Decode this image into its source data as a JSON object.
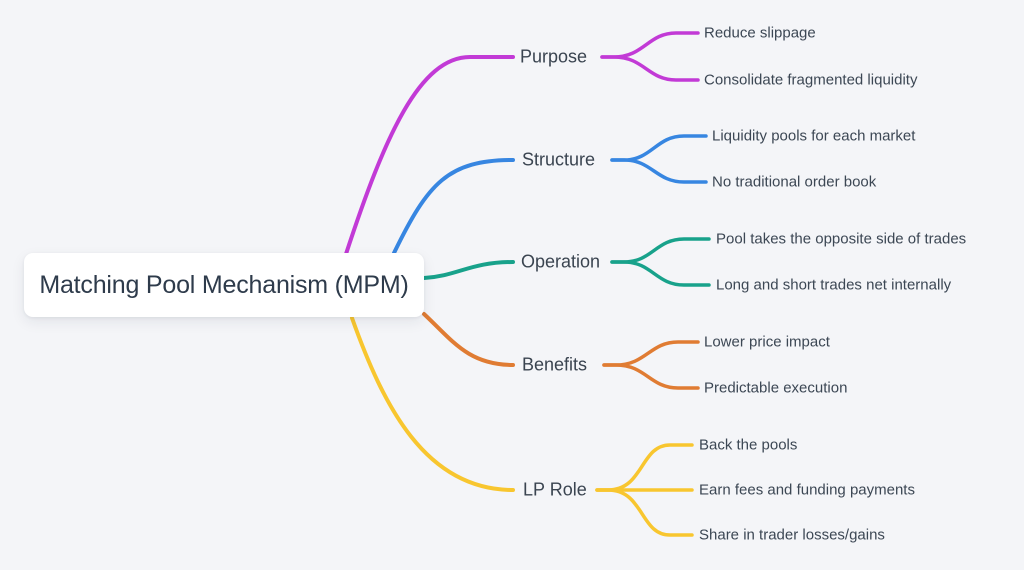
{
  "canvas": {
    "background": "#f4f5f8",
    "node_background": "#ffffff",
    "text_color": "#3c4754"
  },
  "root": {
    "label": "Matching Pool Mechanism (MPM)"
  },
  "branches": [
    {
      "label": "Purpose",
      "color": "#c23ad6",
      "children": [
        "Reduce slippage",
        "Consolidate fragmented liquidity"
      ]
    },
    {
      "label": "Structure",
      "color": "#3786e1",
      "children": [
        "Liquidity pools for each market",
        "No traditional order book"
      ]
    },
    {
      "label": "Operation",
      "color": "#18a28b",
      "children": [
        "Pool takes the opposite side of trades",
        "Long and short trades net internally"
      ]
    },
    {
      "label": "Benefits",
      "color": "#e07c33",
      "children": [
        "Lower price impact",
        "Predictable execution"
      ]
    },
    {
      "label": "LP Role",
      "color": "#f8c62f",
      "children": [
        "Back the pools",
        "Earn fees and funding payments",
        "Share in trader losses/gains"
      ]
    }
  ]
}
